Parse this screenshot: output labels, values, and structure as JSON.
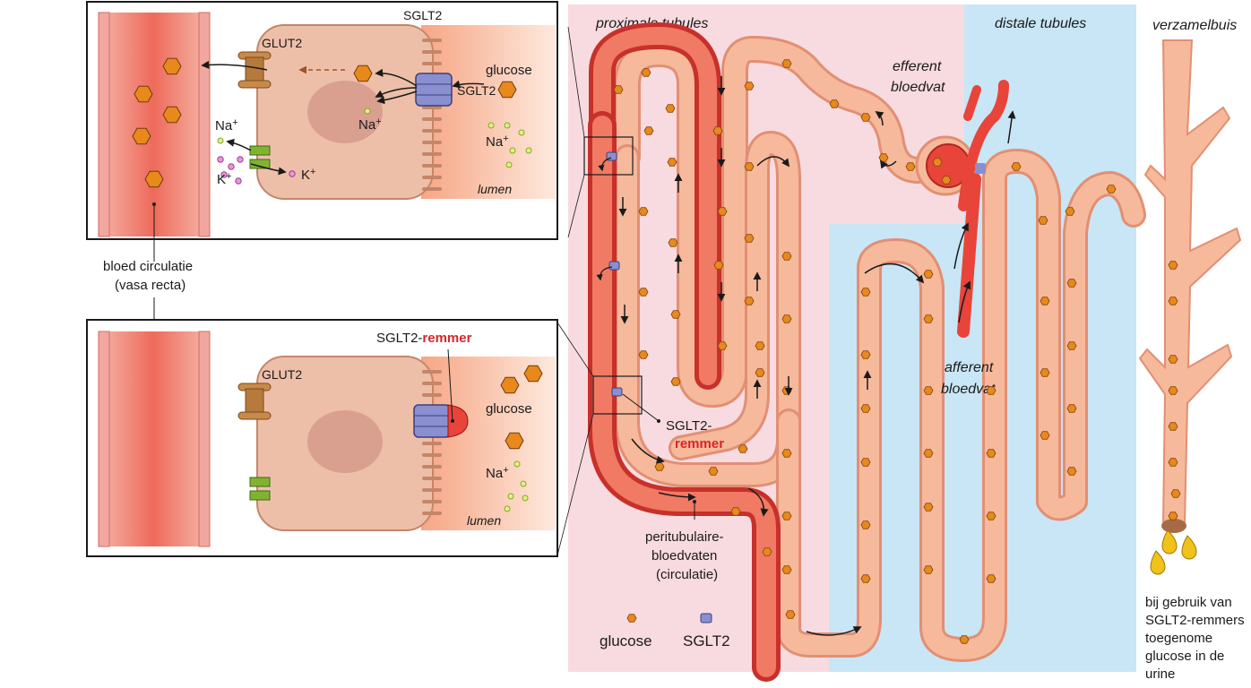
{
  "colors": {
    "proximal_bg": "#f8dbe0",
    "distal_bg": "#c8e6f5",
    "tubule": "#f6b99b",
    "tubule_edge": "#e28f73",
    "vessel": "#e8443a",
    "glucose": "#e8891c",
    "sglt2": "#8a8fd0",
    "glut2": "#b57a3c",
    "nak_pump": "#7fb431",
    "sodium": "#dff08a",
    "potassium": "#c766b8",
    "inhibitor": "#d6262a"
  },
  "regions": {
    "proximal": "proximale tubules",
    "distal": "distale tubules",
    "collecting": "verzamelbuis"
  },
  "vessels": {
    "efferent_1": "efferent",
    "efferent_2": "bloedvat",
    "afferent_1": "afferent",
    "afferent_2": "bloedvat"
  },
  "labels": {
    "peritubular_1": "peritubulaire-",
    "peritubular_2": "bloedvaten",
    "peritubular_3": "(circulatie)",
    "sglt2_inhib_1": "SGLT2-",
    "sglt2_inhib_2": "remmer",
    "blood_circ_1": "bloed circulatie",
    "blood_circ_2": "(vasa recta)"
  },
  "inset_top": {
    "glut2": "GLUT2",
    "sglt2_top": "SGLT2",
    "glucose": "glucose",
    "sglt2_side": "SGLT2",
    "na_left": "Na",
    "na_mid": "Na",
    "na_right": "Na",
    "plus": "+",
    "k_left": "K",
    "k_right": "K",
    "lumen": "lumen"
  },
  "inset_bottom": {
    "glut2": "GLUT2",
    "sglt2_prefix": "SGLT2-",
    "sglt2_red": "remmer",
    "glucose": "glucose",
    "na": "Na",
    "plus": "+",
    "lumen": "lumen"
  },
  "legend": {
    "glucose": "glucose",
    "sglt2": "SGLT2"
  },
  "urine_note": [
    "bij gebruik van",
    "SGLT2-remmers",
    "toegenome",
    "glucose in de",
    "urine"
  ]
}
